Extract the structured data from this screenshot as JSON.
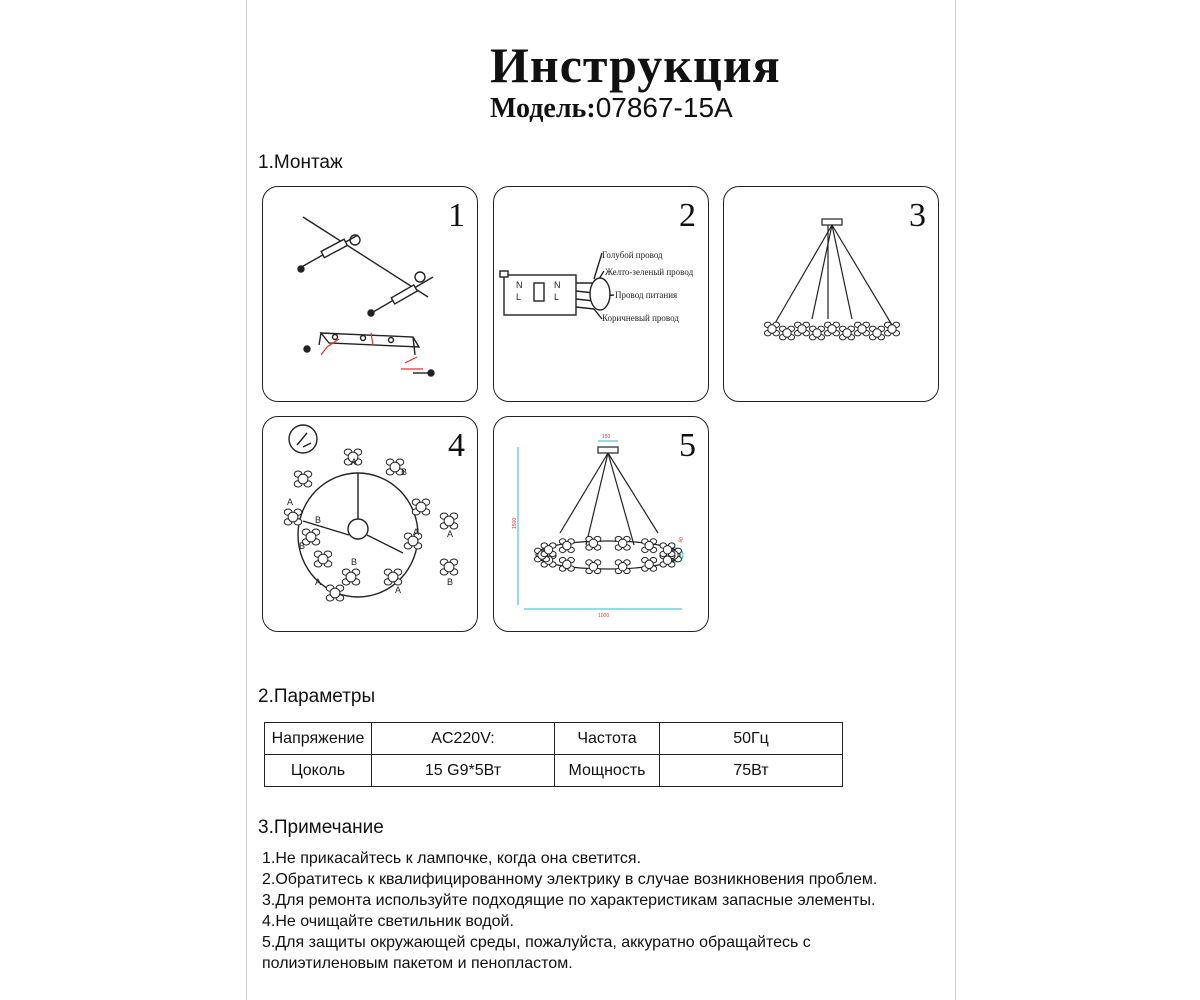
{
  "document": {
    "title": "Инструкция",
    "model_label": "Модель:",
    "model_value": "07867-15A"
  },
  "sections": {
    "mounting": "1.Монтаж",
    "parameters": "2.Параметры",
    "notes": "3.Примечание"
  },
  "panels": [
    {
      "number": "1"
    },
    {
      "number": "2",
      "wire_labels": [
        "Голубой провод",
        "Желто-зеленый провод",
        "Провод питания",
        "Коричневый провод"
      ],
      "terminal_labels": [
        "N",
        "L",
        "N",
        "L"
      ]
    },
    {
      "number": "3"
    },
    {
      "number": "4",
      "part_labels": [
        "A",
        "B"
      ]
    },
    {
      "number": "5",
      "dimensions": {
        "top": "150",
        "height": "1500",
        "width": "1000",
        "side": "80"
      }
    }
  ],
  "parameters_table": [
    [
      "Напряжение",
      "AC220V:",
      "Частота",
      "50Гц"
    ],
    [
      "Цоколь",
      "15 G9*5Вт",
      "Мощность",
      "75Вт"
    ]
  ],
  "notes": [
    "1.Не прикасайтесь к лампочке, когда она светится.",
    "2.Обратитесь к квалифицированному электрику в случае возникновения проблем.",
    "3.Для ремонта используйте подходящие по характеристикам запасные элементы.",
    "4.Не очищайте светильник водой.",
    "5.Для защиты окружающей среды, пожалуйста, аккуратно обращайтесь с",
    "полиэтиленовым пакетом и пенопластом."
  ],
  "colors": {
    "line": "#222222",
    "accent_red": "#e8322a",
    "dimension_cyan": "#2bb8d6"
  }
}
